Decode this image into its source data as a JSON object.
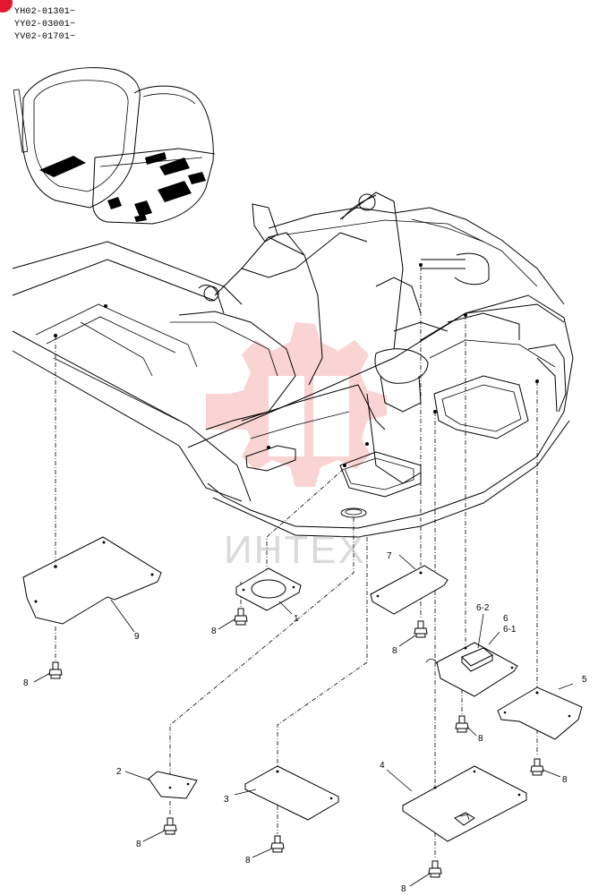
{
  "serials": [
    "YH02-01301~",
    "YY02-03001~",
    "YV02-01701~"
  ],
  "watermark": "ИНТЕХ",
  "callouts": {
    "c1": "1",
    "c2": "2",
    "c3": "3",
    "c4": "4",
    "c5": "5",
    "c6": "6",
    "c6_1": "6-1",
    "c6_2": "6-2",
    "c7": "7",
    "c9": "9",
    "c8a": "8",
    "c8b": "8",
    "c8c": "8",
    "c8d": "8",
    "c8e": "8",
    "c8f": "8",
    "c8g": "8",
    "c8h": "8"
  },
  "colors": {
    "ink": "#000000",
    "logo": "#e3172d",
    "watermark": "#f4a0a0"
  }
}
